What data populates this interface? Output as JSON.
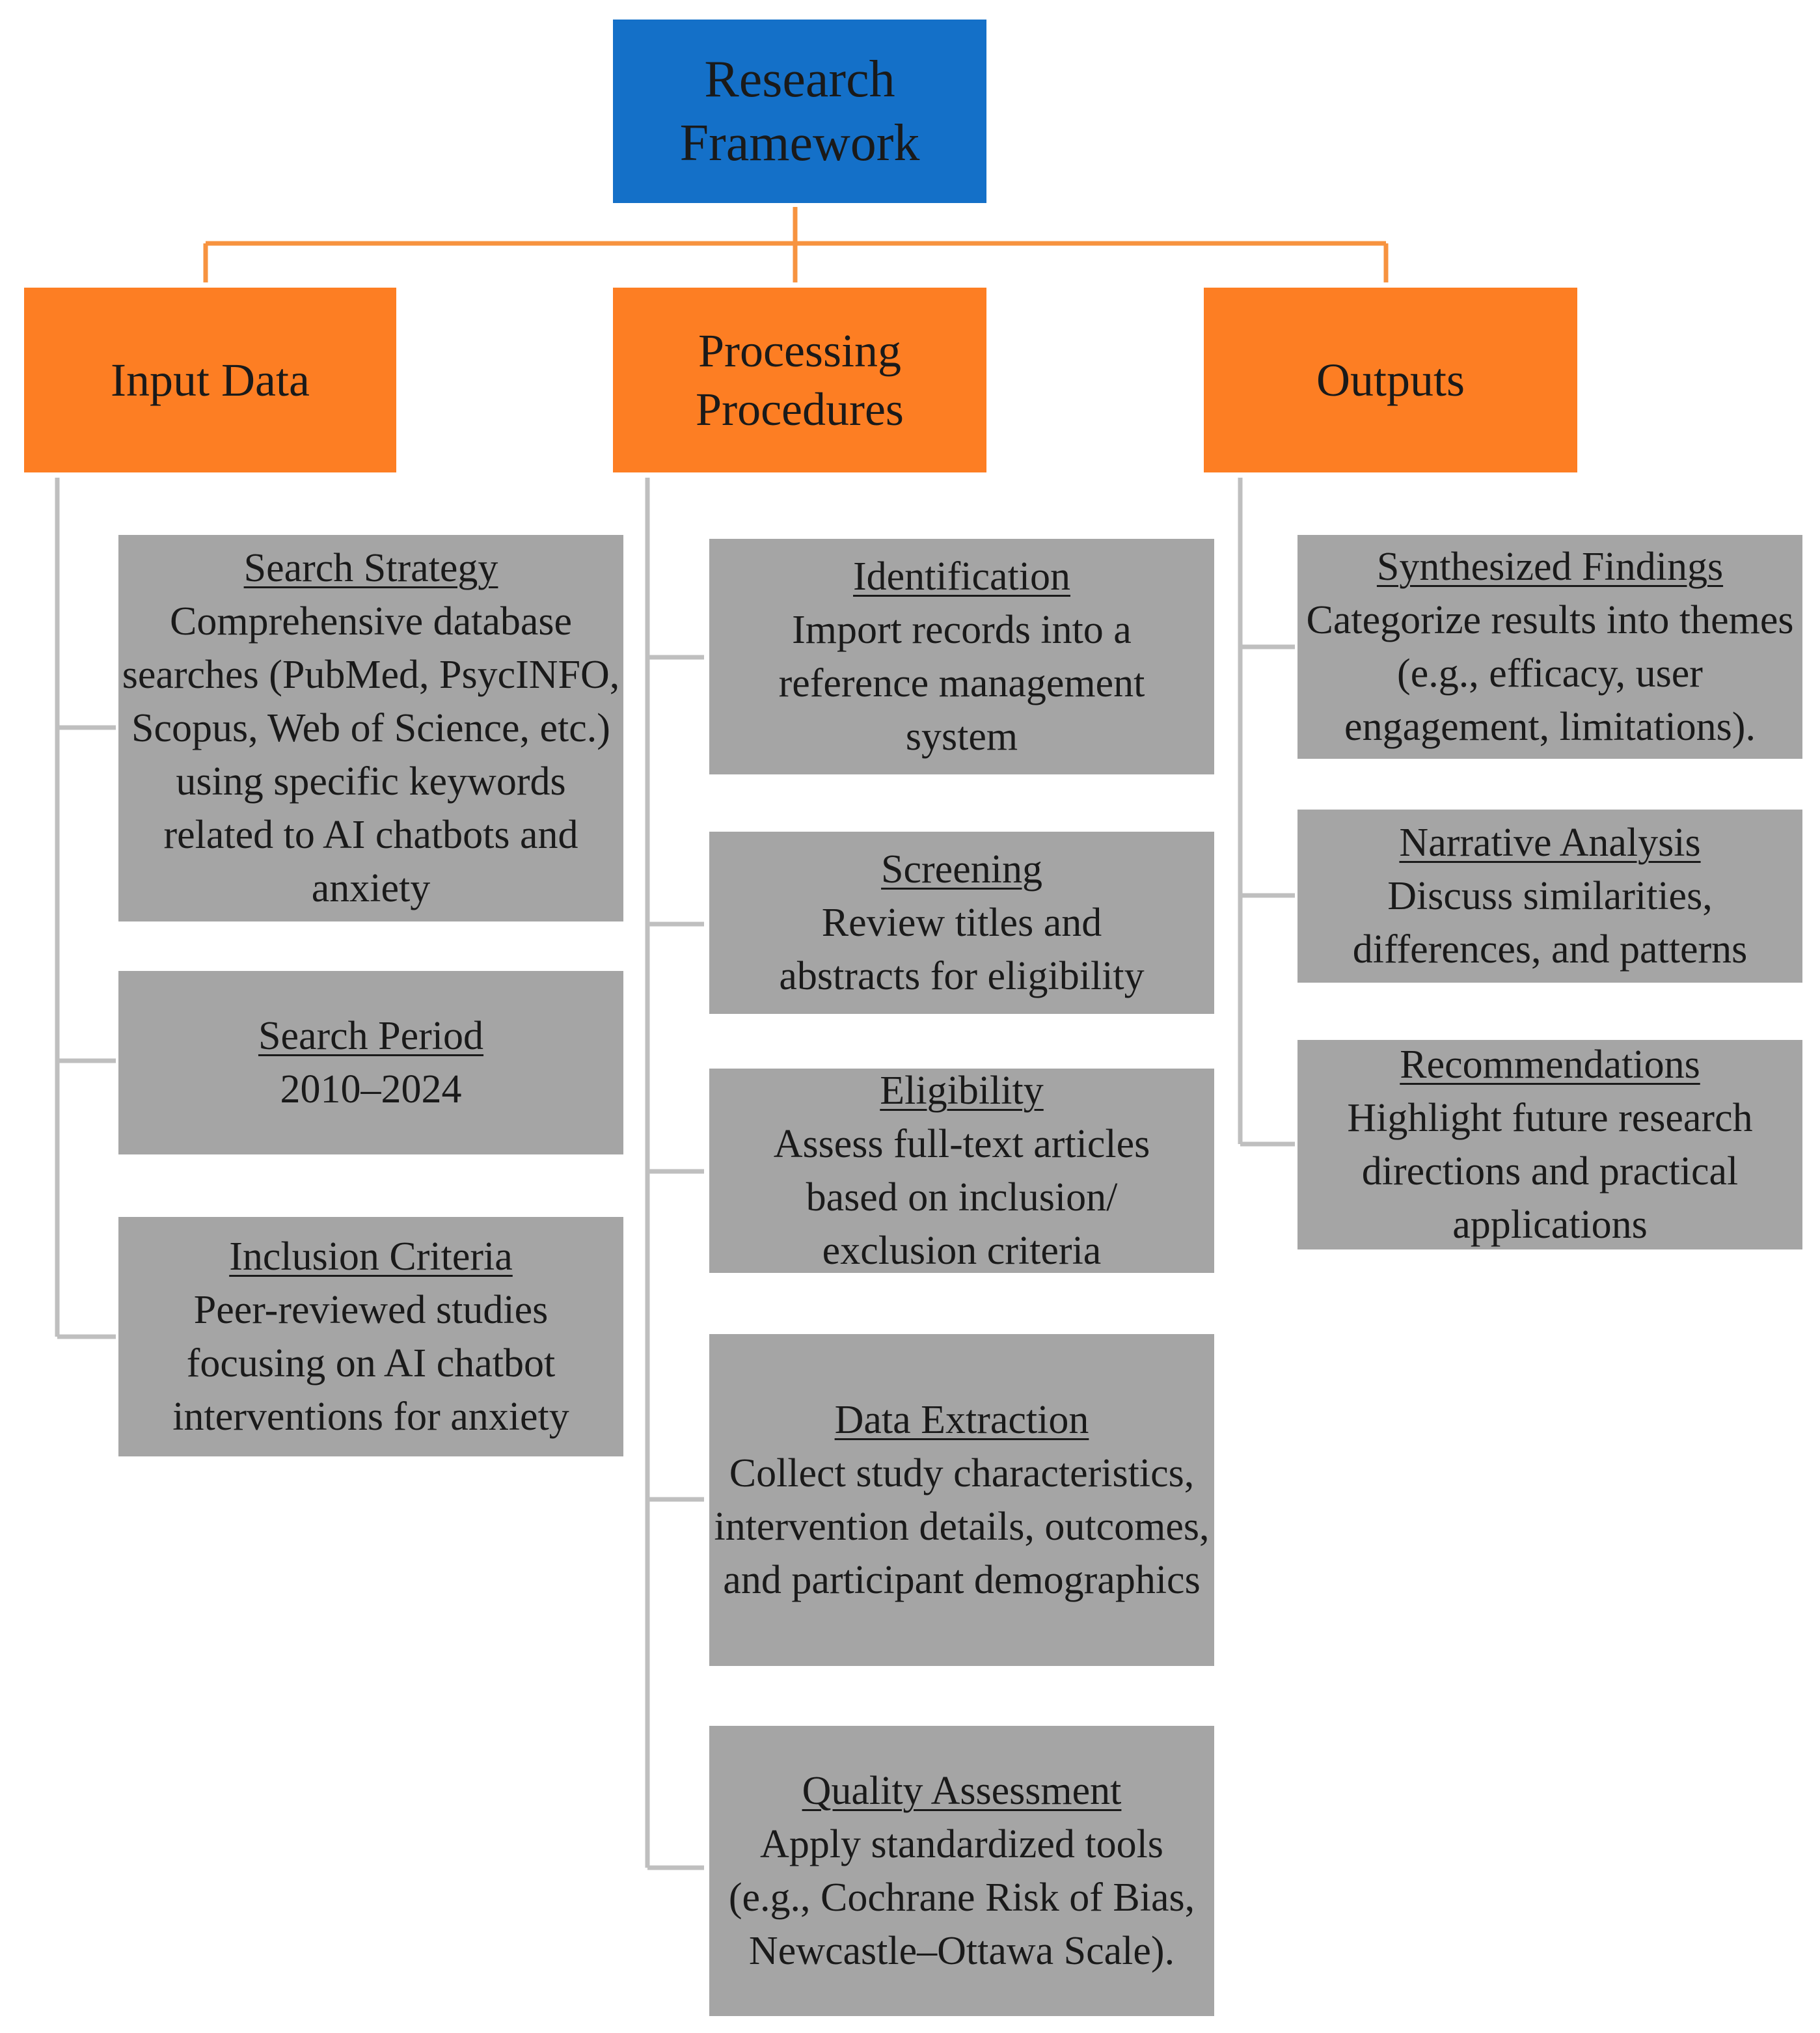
{
  "root": {
    "title": "Research\nFramework",
    "color": "#1470c8"
  },
  "connector_colors": {
    "top": "#f7933f",
    "branch": "#bfbfbf"
  },
  "columns": [
    {
      "header": "Input Data",
      "header_color": "#fd7e23",
      "items": [
        {
          "title": "Search Strategy",
          "text": "Comprehensive database searches (PubMed, PsycINFO, Scopus, Web of Science, etc.) using specific keywords related to AI chatbots and anxiety"
        },
        {
          "title": "Search Period",
          "text": "2010–2024"
        },
        {
          "title": "Inclusion Criteria",
          "text": "Peer-reviewed studies focusing on AI chatbot interventions for anxiety"
        }
      ]
    },
    {
      "header": "Processing\nProcedures",
      "header_color": "#fd7e23",
      "items": [
        {
          "title": "Identification",
          "text": "Import records into a reference management system"
        },
        {
          "title": "Screening",
          "text": "Review titles and abstracts for eligibility"
        },
        {
          "title": "Eligibility",
          "text": "Assess full-text articles based on inclusion/ exclusion criteria"
        },
        {
          "title": "Data Extraction",
          "text": "Collect study characteristics, intervention details, outcomes, and participant demographics"
        },
        {
          "title": "Quality Assessment",
          "text": "Apply standardized tools (e.g., Cochrane Risk of Bias, Newcastle–Ottawa Scale)."
        }
      ]
    },
    {
      "header": "Outputs",
      "header_color": "#fd7e23",
      "items": [
        {
          "title": "Synthesized Findings",
          "text": "Categorize results into themes (e.g., efficacy, user engagement, limitations)."
        },
        {
          "title": "Narrative Analysis",
          "text": "Discuss similarities, differences, and patterns"
        },
        {
          "title": "Recommendations",
          "text": "Highlight future research directions and practical applications"
        }
      ]
    }
  ]
}
